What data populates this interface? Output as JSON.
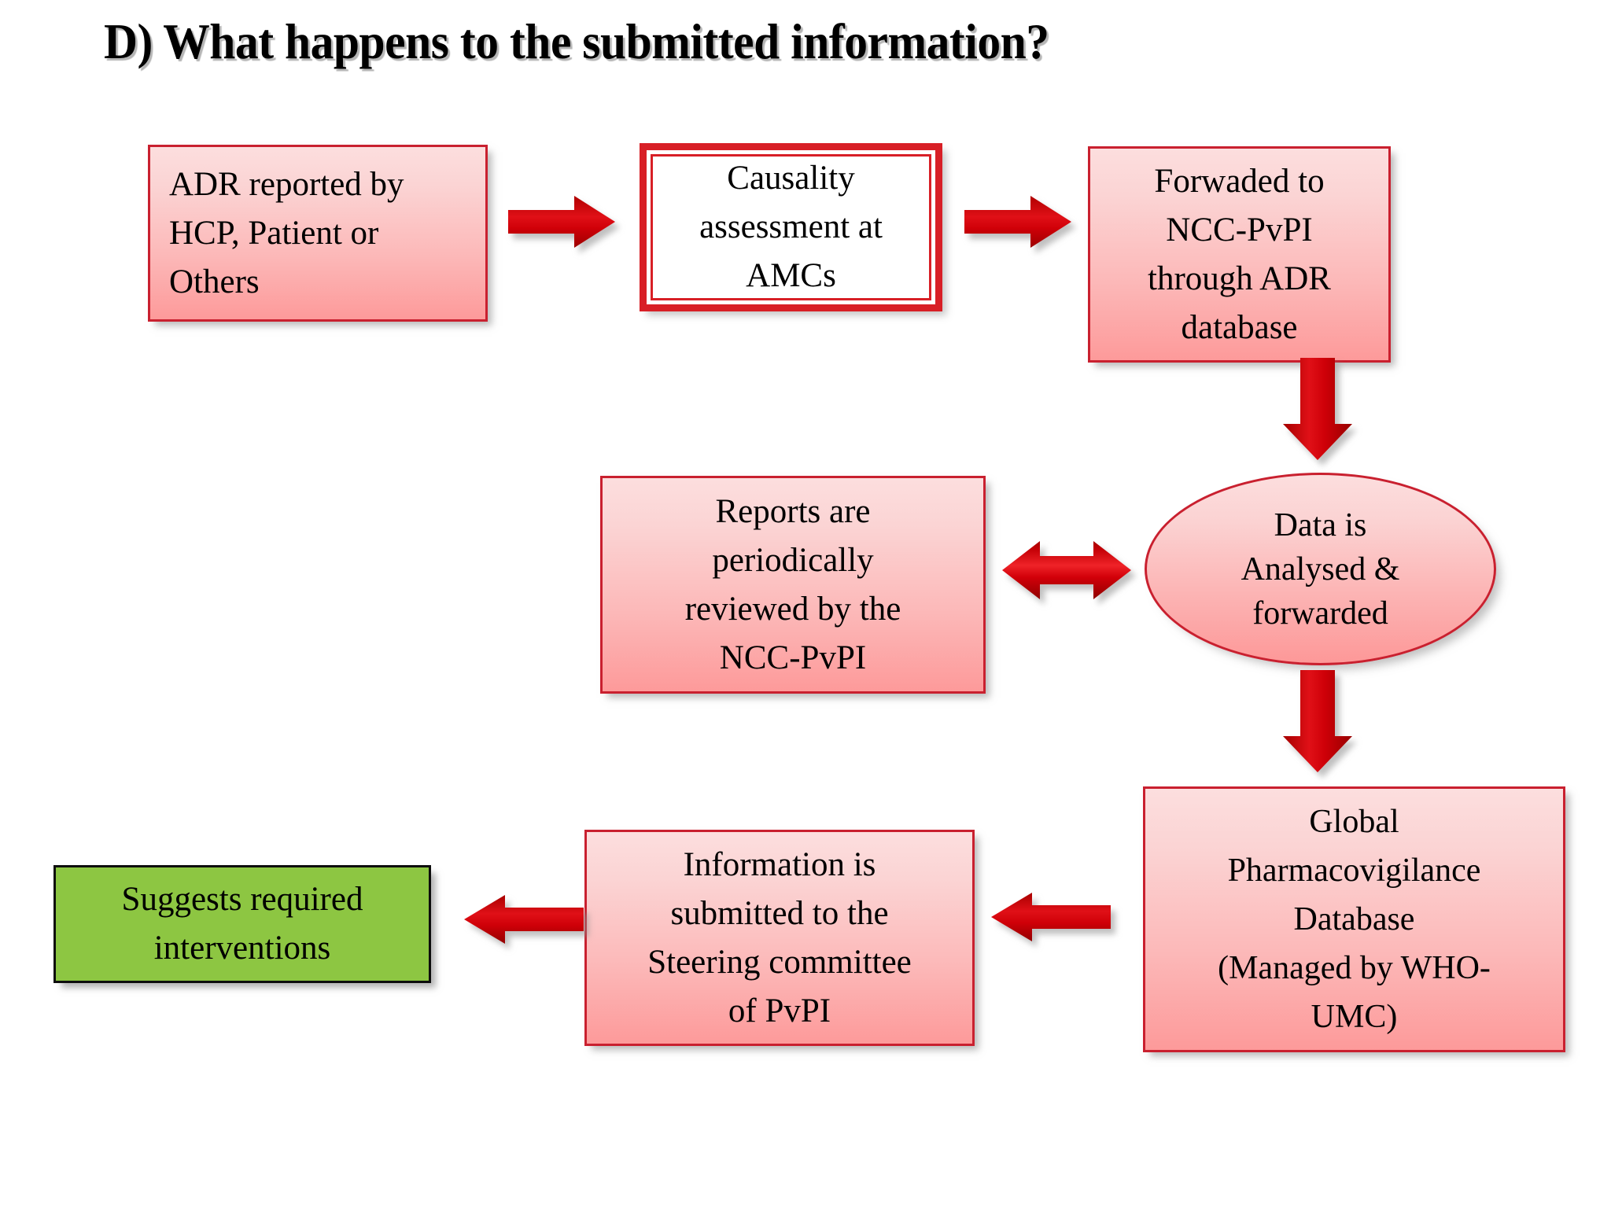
{
  "slide": {
    "title": "D) What happens to the submitted information?",
    "background": "#FFFFFF"
  },
  "colors": {
    "box_border": "#C9202F",
    "box_fill_top": "#FCDEDE",
    "box_fill_bottom": "#FD9A9A",
    "arrow_red": "#CC0000",
    "arrow_red_light": "#E8262A",
    "green_fill": "#8DC642",
    "green_border": "#0D0D0D",
    "text": "#000000"
  },
  "chart_data": {
    "type": "diagram",
    "title": "D) What happens to the submitted information?",
    "nodes": [
      {
        "id": "adr_reported",
        "label": "ADR reported by HCP, Patient or Others",
        "shape": "rectangle",
        "style": "pink-gradient"
      },
      {
        "id": "causality",
        "label": "Causality assessment at AMCs",
        "shape": "rectangle",
        "style": "white-double-red-border"
      },
      {
        "id": "forwarded_ncc",
        "label": "Forwaded to NCC-PvPI through ADR database",
        "shape": "rectangle",
        "style": "pink-gradient"
      },
      {
        "id": "data_analysed",
        "label": "Data is Analysed & forwarded",
        "shape": "ellipse",
        "style": "pink-gradient"
      },
      {
        "id": "reports_review",
        "label": "Reports are periodically reviewed by the NCC-PvPI",
        "shape": "rectangle",
        "style": "pink-gradient"
      },
      {
        "id": "global_db",
        "label": "Global Pharmacovigilance Database (Managed by WHO-UMC)",
        "shape": "rectangle",
        "style": "pink-gradient"
      },
      {
        "id": "info_steering",
        "label": "Information is submitted to the Steering committee of PvPI",
        "shape": "rectangle",
        "style": "pink-gradient"
      },
      {
        "id": "suggests",
        "label": "Suggests required interventions",
        "shape": "rectangle",
        "style": "green"
      }
    ],
    "edges": [
      {
        "from": "adr_reported",
        "to": "causality",
        "direction": "right",
        "type": "single"
      },
      {
        "from": "causality",
        "to": "forwarded_ncc",
        "direction": "right",
        "type": "single"
      },
      {
        "from": "forwarded_ncc",
        "to": "data_analysed",
        "direction": "down",
        "type": "single"
      },
      {
        "from": "data_analysed",
        "to": "reports_review",
        "direction": "both",
        "type": "double"
      },
      {
        "from": "data_analysed",
        "to": "global_db",
        "direction": "down",
        "type": "single"
      },
      {
        "from": "global_db",
        "to": "info_steering",
        "direction": "left",
        "type": "single"
      },
      {
        "from": "info_steering",
        "to": "suggests",
        "direction": "left",
        "type": "single"
      }
    ]
  },
  "nodes": {
    "adr_reported": {
      "lines": [
        "ADR reported by",
        "HCP, Patient or",
        "Others"
      ]
    },
    "causality": {
      "lines": [
        "Causality",
        "assessment at",
        "AMCs"
      ]
    },
    "forwarded_ncc": {
      "lines": [
        "Forwaded to",
        "NCC-PvPI",
        "through ADR",
        "database"
      ]
    },
    "data_analysed": {
      "lines": [
        "Data is",
        "Analysed &",
        "forwarded"
      ]
    },
    "reports_review": {
      "lines": [
        "Reports are",
        "periodically",
        "reviewed by the",
        "NCC-PvPI"
      ]
    },
    "global_db": {
      "lines": [
        "Global",
        "Pharmacovigilance",
        "Database",
        "(Managed by WHO-",
        "UMC)"
      ]
    },
    "info_steering": {
      "lines": [
        "Information is",
        "submitted to the",
        "Steering committee",
        "of PvPI"
      ]
    },
    "suggests": {
      "lines": [
        "Suggests required",
        "interventions"
      ]
    }
  },
  "node_text": {
    "adr_reported": "ADR reported by\nHCP, Patient or\nOthers",
    "causality": "Causality\nassessment at\nAMCs",
    "forwarded_ncc": "Forwaded to\nNCC-PvPI\nthrough ADR\ndatabase",
    "data_analysed": "Data is\nAnalysed &\nforwarded",
    "reports_review": "Reports are\nperiodically\nreviewed by the\nNCC-PvPI",
    "global_db": "Global\nPharmacovigilance\nDatabase\n(Managed by WHO-\nUMC)",
    "info_steering": "Information is\nsubmitted to the\nSteering committee\nof PvPI",
    "suggests": "Suggests required\ninterventions"
  },
  "arrows": {
    "adr_to_causality": "arrow-right-icon",
    "causality_to_forwarded": "arrow-right-icon",
    "forwarded_to_data": "arrow-down-icon",
    "data_to_reports": "arrow-left-right-icon",
    "data_to_global": "arrow-down-icon",
    "global_to_info": "arrow-left-icon",
    "info_to_suggests": "arrow-left-icon"
  }
}
